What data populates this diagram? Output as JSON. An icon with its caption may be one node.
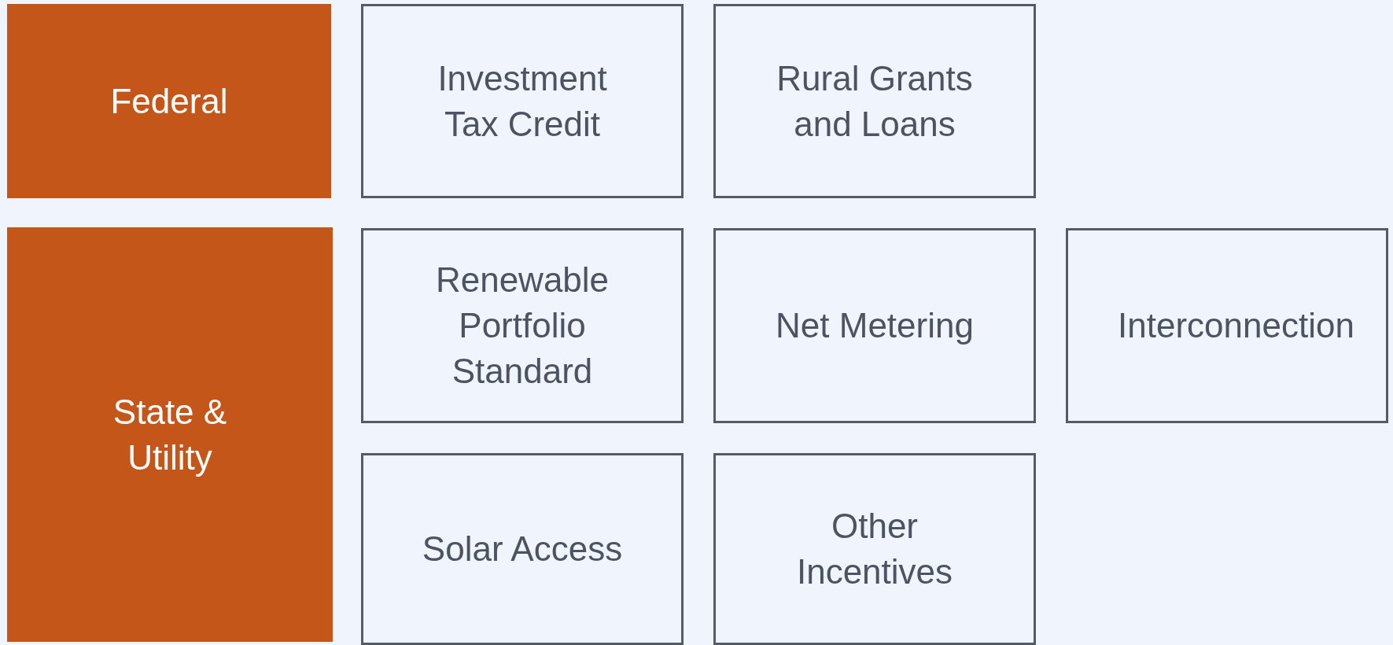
{
  "diagram": {
    "nodes": [
      {
        "text": [
          "Federal"
        ]
      },
      {
        "text": [
          "Investment Tax Credit"
        ]
      },
      {
        "text": [
          "Rural Grants and Loans"
        ]
      },
      {
        "text": [
          "State & Utility"
        ]
      },
      {
        "text": [
          "Renewable Portfolio Standard"
        ]
      },
      {
        "text": [
          "Net Metering"
        ]
      },
      {
        "text": [
          "Interconnection"
        ]
      },
      {
        "text": [
          "Solar Access"
        ]
      },
      {
        "text": [
          "Other Incentives"
        ]
      }
    ]
  }
}
